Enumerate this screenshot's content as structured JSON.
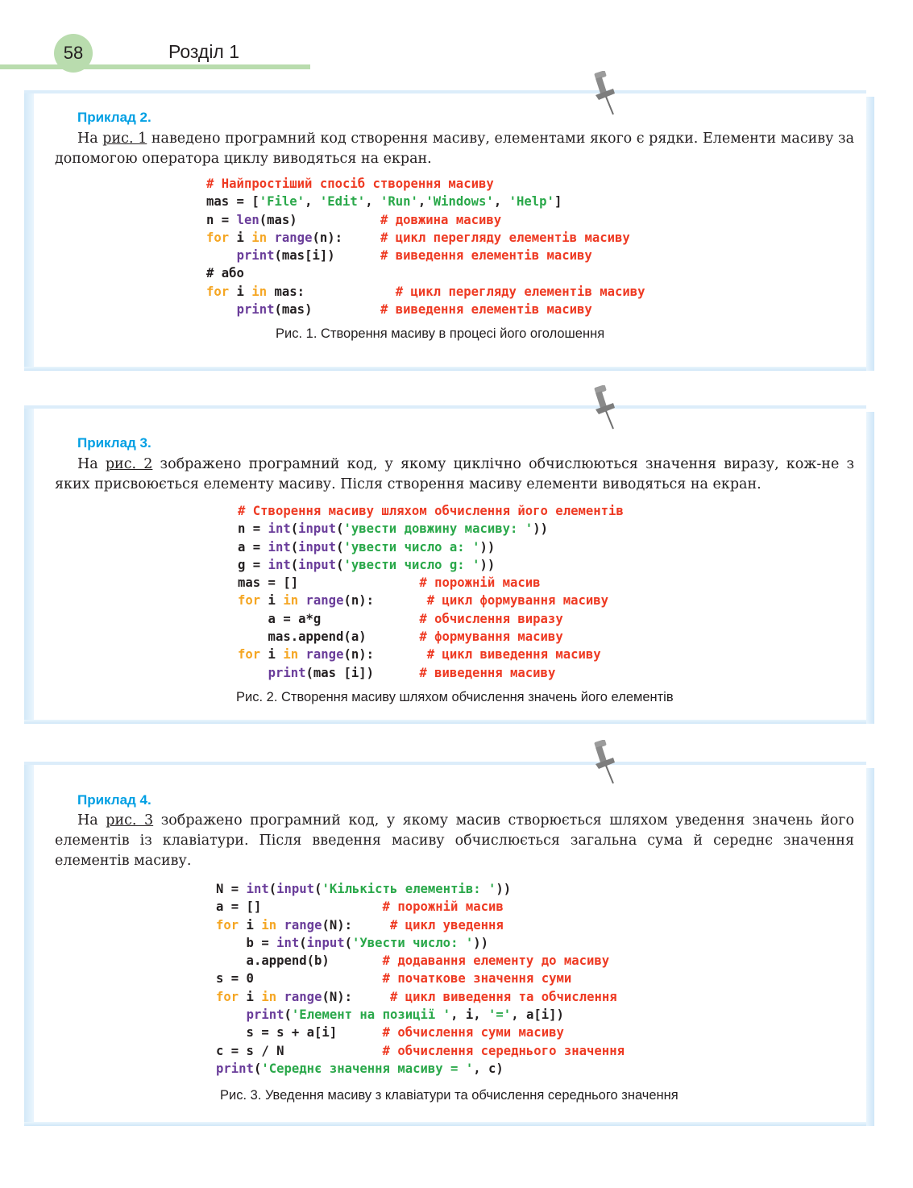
{
  "header": {
    "page_number": "58",
    "section": "Розділ 1"
  },
  "colors": {
    "accent_green": "#b9dcae",
    "title_blue": "#009fe3",
    "keyword": "#f5a623",
    "builtin": "#6a3d9a",
    "string": "#2aa84a",
    "comment": "#ee3a23"
  },
  "icons": [
    "pushpin-icon"
  ],
  "examples": [
    {
      "title": "Приклад 2.",
      "para_prefix": "На ",
      "para_ref": "рис. 1",
      "para_rest": " наведено програмний код створення масиву, елементами якого є рядки. Елементи масиву за допомогою оператора циклу виводяться на екран.",
      "code": [
        [
          {
            "t": "# Найпростіший спосіб створення масиву",
            "c": "cm"
          }
        ],
        [
          {
            "t": "mas = [",
            "c": ""
          },
          {
            "t": "'File'",
            "c": "st"
          },
          {
            "t": ", ",
            "c": ""
          },
          {
            "t": "'Edit'",
            "c": "st"
          },
          {
            "t": ", ",
            "c": ""
          },
          {
            "t": "'Run'",
            "c": "st"
          },
          {
            "t": ",",
            "c": ""
          },
          {
            "t": "'Windows'",
            "c": "st"
          },
          {
            "t": ", ",
            "c": ""
          },
          {
            "t": "'Help'",
            "c": "st"
          },
          {
            "t": "]",
            "c": ""
          }
        ],
        [
          {
            "t": "n = ",
            "c": ""
          },
          {
            "t": "len",
            "c": "fn"
          },
          {
            "t": "(mas)           ",
            "c": ""
          },
          {
            "t": "# довжина масиву",
            "c": "cm"
          }
        ],
        [
          {
            "t": "for",
            "c": "kw"
          },
          {
            "t": " i ",
            "c": ""
          },
          {
            "t": "in",
            "c": "kw"
          },
          {
            "t": " ",
            "c": ""
          },
          {
            "t": "range",
            "c": "fn"
          },
          {
            "t": "(n):     ",
            "c": ""
          },
          {
            "t": "# цикл перегляду елементів масиву",
            "c": "cm"
          }
        ],
        [
          {
            "t": "    ",
            "c": ""
          },
          {
            "t": "print",
            "c": "fn"
          },
          {
            "t": "(mas[i])      ",
            "c": ""
          },
          {
            "t": "# виведення елементів масиву",
            "c": "cm"
          }
        ],
        [
          {
            "t": "# або",
            "c": ""
          }
        ],
        [
          {
            "t": "for",
            "c": "kw"
          },
          {
            "t": " i ",
            "c": ""
          },
          {
            "t": "in",
            "c": "kw"
          },
          {
            "t": " mas:            ",
            "c": ""
          },
          {
            "t": "# цикл перегляду елементів масиву",
            "c": "cm"
          }
        ],
        [
          {
            "t": "    ",
            "c": ""
          },
          {
            "t": "print",
            "c": "fn"
          },
          {
            "t": "(mas)         ",
            "c": ""
          },
          {
            "t": "# виведення елементів масиву",
            "c": "cm"
          }
        ]
      ],
      "caption": "Рис. 1. Створення масиву в процесі його оголошення"
    },
    {
      "title": "Приклад 3.",
      "para_prefix": "На ",
      "para_ref": "рис. 2",
      "para_rest": " зображено програмний код, у якому циклічно обчислюються значення виразу, кож-не з яких присвоюється елементу масиву. Після створення масиву елементи виводяться на екран.",
      "code": [
        [
          {
            "t": "# Створення масиву шляхом обчислення його елементів",
            "c": "cm"
          }
        ],
        [
          {
            "t": "n = ",
            "c": ""
          },
          {
            "t": "int",
            "c": "fn"
          },
          {
            "t": "(",
            "c": ""
          },
          {
            "t": "input",
            "c": "fn"
          },
          {
            "t": "(",
            "c": ""
          },
          {
            "t": "'увести довжину масиву: '",
            "c": "st"
          },
          {
            "t": "))",
            "c": ""
          }
        ],
        [
          {
            "t": "a = ",
            "c": ""
          },
          {
            "t": "int",
            "c": "fn"
          },
          {
            "t": "(",
            "c": ""
          },
          {
            "t": "input",
            "c": "fn"
          },
          {
            "t": "(",
            "c": ""
          },
          {
            "t": "'увести число a: '",
            "c": "st"
          },
          {
            "t": "))",
            "c": ""
          }
        ],
        [
          {
            "t": "g = ",
            "c": ""
          },
          {
            "t": "int",
            "c": "fn"
          },
          {
            "t": "(",
            "c": ""
          },
          {
            "t": "input",
            "c": "fn"
          },
          {
            "t": "(",
            "c": ""
          },
          {
            "t": "'увести число g: '",
            "c": "st"
          },
          {
            "t": "))",
            "c": ""
          }
        ],
        [
          {
            "t": "mas = []                ",
            "c": ""
          },
          {
            "t": "# порожній масив",
            "c": "cm"
          }
        ],
        [
          {
            "t": "for",
            "c": "kw"
          },
          {
            "t": " i ",
            "c": ""
          },
          {
            "t": "in",
            "c": "kw"
          },
          {
            "t": " ",
            "c": ""
          },
          {
            "t": "range",
            "c": "fn"
          },
          {
            "t": "(n):       ",
            "c": ""
          },
          {
            "t": "# цикл формування масиву",
            "c": "cm"
          }
        ],
        [
          {
            "t": "    a = a*g             ",
            "c": ""
          },
          {
            "t": "# обчислення виразу",
            "c": "cm"
          }
        ],
        [
          {
            "t": "    mas.append(a)       ",
            "c": ""
          },
          {
            "t": "# формування масиву",
            "c": "cm"
          }
        ],
        [
          {
            "t": "for",
            "c": "kw"
          },
          {
            "t": " i ",
            "c": ""
          },
          {
            "t": "in",
            "c": "kw"
          },
          {
            "t": " ",
            "c": ""
          },
          {
            "t": "range",
            "c": "fn"
          },
          {
            "t": "(n):       ",
            "c": ""
          },
          {
            "t": "# цикл виведення масиву",
            "c": "cm"
          }
        ],
        [
          {
            "t": "    ",
            "c": ""
          },
          {
            "t": "print",
            "c": "fn"
          },
          {
            "t": "(mas [i])      ",
            "c": ""
          },
          {
            "t": "# виведення масиву",
            "c": "cm"
          }
        ]
      ],
      "caption": "Рис. 2. Створення масиву шляхом обчислення значень його елементів"
    },
    {
      "title": "Приклад 4.",
      "para_prefix": "На ",
      "para_ref": "рис. 3",
      "para_rest": " зображено програмний код, у якому масив створюється шляхом уведення значень його елементів із клавіатури. Після введення масиву обчислюється загальна сума й середнє значення елементів масиву.",
      "code": [
        [
          {
            "t": "N = ",
            "c": ""
          },
          {
            "t": "int",
            "c": "fn"
          },
          {
            "t": "(",
            "c": ""
          },
          {
            "t": "input",
            "c": "fn"
          },
          {
            "t": "(",
            "c": ""
          },
          {
            "t": "'Кількість елементів: '",
            "c": "st"
          },
          {
            "t": "))",
            "c": ""
          }
        ],
        [
          {
            "t": "a = []                ",
            "c": ""
          },
          {
            "t": "# порожній масив",
            "c": "cm"
          }
        ],
        [
          {
            "t": "for",
            "c": "kw"
          },
          {
            "t": " i ",
            "c": ""
          },
          {
            "t": "in",
            "c": "kw"
          },
          {
            "t": " ",
            "c": ""
          },
          {
            "t": "range",
            "c": "fn"
          },
          {
            "t": "(N):     ",
            "c": ""
          },
          {
            "t": "# цикл уведення",
            "c": "cm"
          }
        ],
        [
          {
            "t": "    b = ",
            "c": ""
          },
          {
            "t": "int",
            "c": "fn"
          },
          {
            "t": "(",
            "c": ""
          },
          {
            "t": "input",
            "c": "fn"
          },
          {
            "t": "(",
            "c": ""
          },
          {
            "t": "'Увести число: '",
            "c": "st"
          },
          {
            "t": "))",
            "c": ""
          }
        ],
        [
          {
            "t": "    a.append(b)       ",
            "c": ""
          },
          {
            "t": "# додавання елементу до масиву",
            "c": "cm"
          }
        ],
        [
          {
            "t": "s = 0                 ",
            "c": ""
          },
          {
            "t": "# початкове значення суми",
            "c": "cm"
          }
        ],
        [
          {
            "t": "for",
            "c": "kw"
          },
          {
            "t": " i ",
            "c": ""
          },
          {
            "t": "in",
            "c": "kw"
          },
          {
            "t": " ",
            "c": ""
          },
          {
            "t": "range",
            "c": "fn"
          },
          {
            "t": "(N):     ",
            "c": ""
          },
          {
            "t": "# цикл виведення та обчислення",
            "c": "cm"
          }
        ],
        [
          {
            "t": "    ",
            "c": ""
          },
          {
            "t": "print",
            "c": "fn"
          },
          {
            "t": "(",
            "c": ""
          },
          {
            "t": "'Елемент на позиції '",
            "c": "st"
          },
          {
            "t": ", i, ",
            "c": ""
          },
          {
            "t": "'='",
            "c": "st"
          },
          {
            "t": ", a[i])",
            "c": ""
          }
        ],
        [
          {
            "t": "    s = s + a[i]      ",
            "c": ""
          },
          {
            "t": "# обчислення суми масиву",
            "c": "cm"
          }
        ],
        [
          {
            "t": "c = s / N             ",
            "c": ""
          },
          {
            "t": "# обчислення середнього значення",
            "c": "cm"
          }
        ],
        [
          {
            "t": "print",
            "c": "fn"
          },
          {
            "t": "(",
            "c": ""
          },
          {
            "t": "'Середнє значення масиву = '",
            "c": "st"
          },
          {
            "t": ", c)",
            "c": ""
          }
        ]
      ],
      "caption": "Рис. 3. Уведення масиву з клавіатури та обчислення середнього значення"
    }
  ]
}
